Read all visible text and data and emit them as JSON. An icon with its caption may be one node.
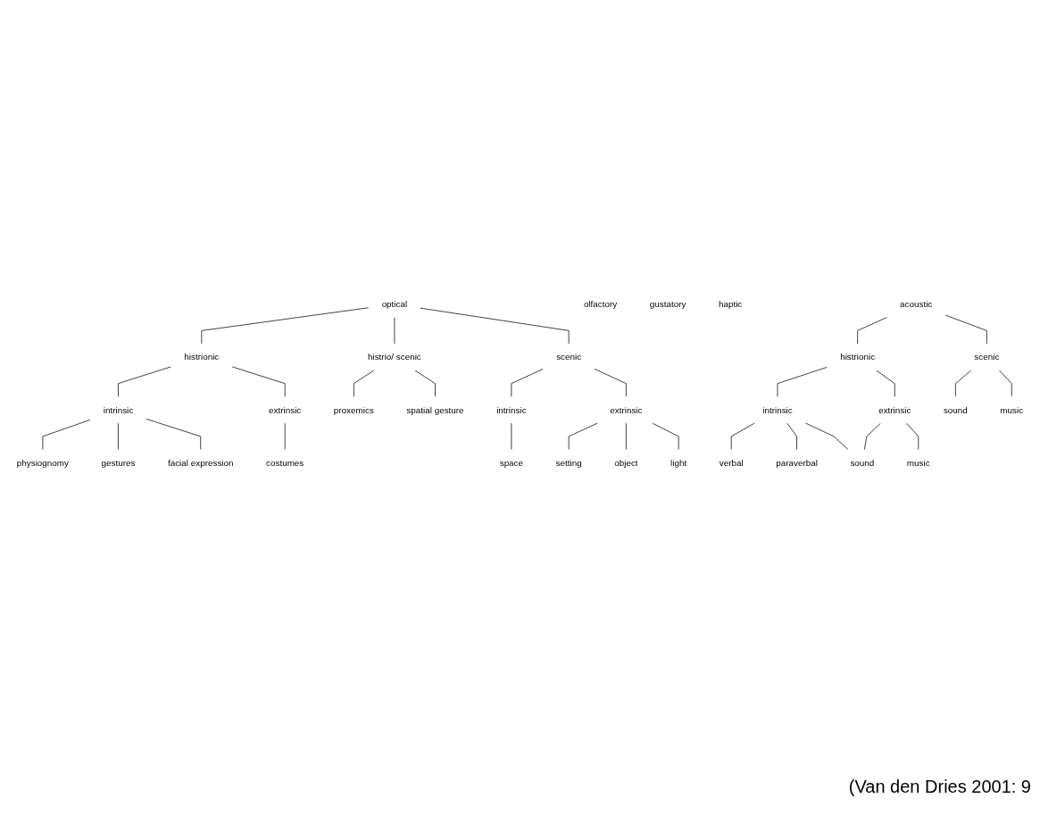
{
  "diagram": {
    "caption": "(Van den Dries 2001: 9",
    "nodes": [
      {
        "text": [
          "optical"
        ]
      },
      {
        "text": [
          "olfactory"
        ]
      },
      {
        "text": [
          "gustatory"
        ]
      },
      {
        "text": [
          "haptic"
        ]
      },
      {
        "text": [
          "acoustic"
        ]
      },
      {
        "text": [
          "histrionic"
        ]
      },
      {
        "text": [
          "histrio/ scenic"
        ]
      },
      {
        "text": [
          "scenic"
        ]
      },
      {
        "text": [
          "histrionic"
        ]
      },
      {
        "text": [
          "scenic"
        ]
      },
      {
        "text": [
          "intrinsic"
        ]
      },
      {
        "text": [
          "extrinsic"
        ]
      },
      {
        "text": [
          "intrinsic"
        ]
      },
      {
        "text": [
          "extrinsic"
        ]
      },
      {
        "text": [
          "intrinsic"
        ]
      },
      {
        "text": [
          "extrinsic"
        ]
      },
      {
        "text": [
          "physiognomy"
        ]
      },
      {
        "text": [
          "gestures"
        ]
      },
      {
        "text": [
          "facial expression"
        ]
      },
      {
        "text": [
          "costumes"
        ]
      },
      {
        "text": [
          "proxemics"
        ]
      },
      {
        "text": [
          "spatial gesture"
        ]
      },
      {
        "text": [
          "space"
        ]
      },
      {
        "text": [
          "setting"
        ]
      },
      {
        "text": [
          "object"
        ]
      },
      {
        "text": [
          "light"
        ]
      },
      {
        "text": [
          "verbal"
        ]
      },
      {
        "text": [
          "paraverbal"
        ]
      },
      {
        "text": [
          "sound"
        ]
      },
      {
        "text": [
          "music"
        ]
      },
      {
        "text": [
          "sound"
        ]
      },
      {
        "text": [
          "music"
        ]
      }
    ],
    "edges": [
      {
        "from": 0,
        "to": 5,
        "arrow": "none"
      },
      {
        "from": 0,
        "to": 6,
        "arrow": "none"
      },
      {
        "from": 0,
        "to": 7,
        "arrow": "none"
      },
      {
        "from": 4,
        "to": 8,
        "arrow": "none"
      },
      {
        "from": 4,
        "to": 9,
        "arrow": "none"
      },
      {
        "from": 5,
        "to": 10,
        "arrow": "none"
      },
      {
        "from": 5,
        "to": 11,
        "arrow": "none"
      },
      {
        "from": 6,
        "to": 20,
        "arrow": "none"
      },
      {
        "from": 6,
        "to": 21,
        "arrow": "none"
      },
      {
        "from": 7,
        "to": 12,
        "arrow": "none"
      },
      {
        "from": 7,
        "to": 13,
        "arrow": "none"
      },
      {
        "from": 8,
        "to": 14,
        "arrow": "none"
      },
      {
        "from": 8,
        "to": 15,
        "arrow": "none"
      },
      {
        "from": 9,
        "to": 30,
        "arrow": "none"
      },
      {
        "from": 9,
        "to": 31,
        "arrow": "none"
      },
      {
        "from": 10,
        "to": 16,
        "arrow": "none"
      },
      {
        "from": 10,
        "to": 17,
        "arrow": "none"
      },
      {
        "from": 10,
        "to": 18,
        "arrow": "none"
      },
      {
        "from": 11,
        "to": 19,
        "arrow": "none"
      },
      {
        "from": 12,
        "to": 22,
        "arrow": "none"
      },
      {
        "from": 13,
        "to": 23,
        "arrow": "none"
      },
      {
        "from": 13,
        "to": 24,
        "arrow": "none"
      },
      {
        "from": 13,
        "to": 25,
        "arrow": "none"
      },
      {
        "from": 14,
        "to": 26,
        "arrow": "none"
      },
      {
        "from": 14,
        "to": 27,
        "arrow": "none"
      },
      {
        "from": 14,
        "to": 28,
        "arrow": "none"
      },
      {
        "from": 15,
        "to": 28,
        "arrow": "none"
      },
      {
        "from": 15,
        "to": 29,
        "arrow": "none"
      }
    ]
  }
}
